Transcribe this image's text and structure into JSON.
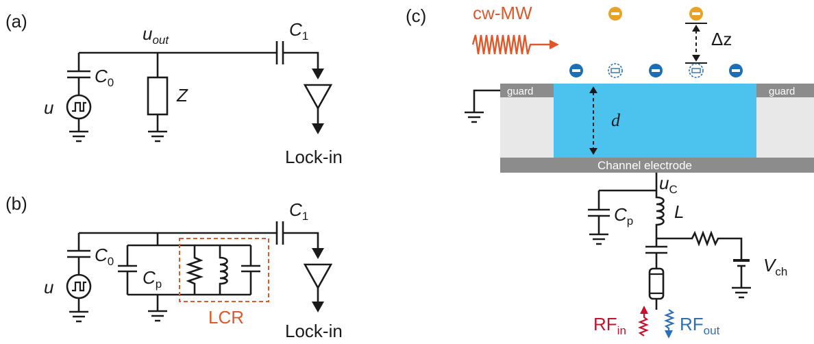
{
  "panel_a": {
    "tag": "(a)",
    "node_label": "u",
    "node_label_sub": "out",
    "cap0": "C",
    "cap0_sub": "0",
    "cap1": "C",
    "cap1_sub": "1",
    "source": "u",
    "impedance": "Z",
    "output": "Lock-in"
  },
  "panel_b": {
    "tag": "(b)",
    "cap0": "C",
    "cap0_sub": "0",
    "cap1": "C",
    "cap1_sub": "1",
    "parasitic": "C",
    "parasitic_sub": "p",
    "source": "u",
    "box_label": "LCR",
    "output": "Lock-in"
  },
  "panel_c": {
    "tag": "(c)",
    "microwave": "cw-MW",
    "delta_z": "Δz",
    "guard_left": "guard",
    "guard_right": "guard",
    "depth": "d",
    "electrode": "Channel electrode",
    "node_label": "u",
    "node_label_sub": "C",
    "parasitic": "C",
    "parasitic_sub": "p",
    "inductor": "L",
    "bias": "V",
    "bias_sub": "ch",
    "rf_in": "RF",
    "rf_in_sub": "in",
    "rf_out": "RF",
    "rf_out_sub": "out"
  },
  "colors": {
    "wire": "#1a1a1a",
    "accent_orange": "#e0582a",
    "helium_blue": "#4cc3ef",
    "electron_blue": "#1d6fb5",
    "ion_orange": "#e8a225",
    "guard_gray": "#8c8c8c",
    "substrate_gray": "#e8e8e8",
    "rf_in_red": "#c8102e",
    "rf_out_blue": "#2a6fb8"
  }
}
